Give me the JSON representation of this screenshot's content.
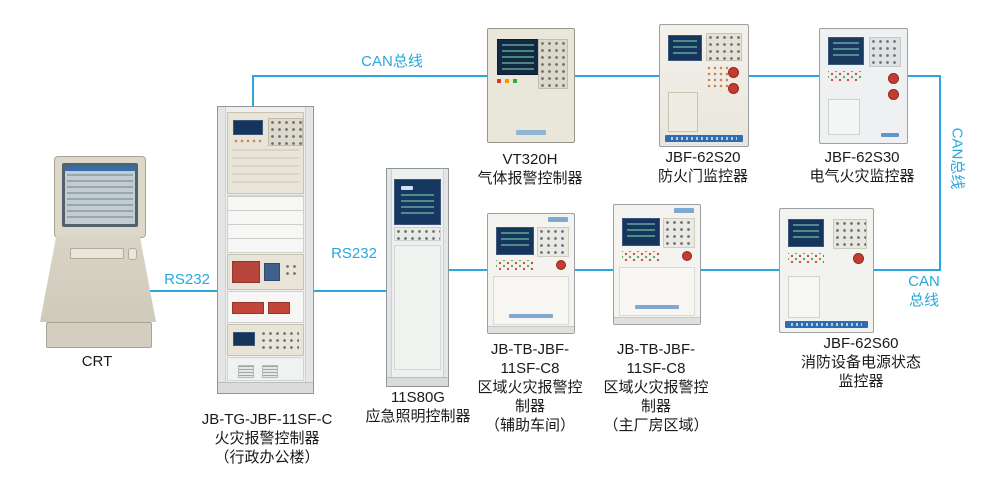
{
  "colors": {
    "bus_line": "#29a8df",
    "connection_label": "#29a8df",
    "device_label": "#1a1a1a",
    "lcd_screen": "#16355c",
    "alert_red": "#c33b31",
    "panel_beige": "#e8e5d8",
    "panel_white": "#f2f3f1",
    "background": "#ffffff"
  },
  "connections": {
    "can_top": {
      "label": "CAN总线"
    },
    "rs232_crt": {
      "label": "RS232"
    },
    "rs232_lighting": {
      "label": "RS232"
    },
    "can_right_vertical": {
      "label": "CAN总线"
    },
    "can_right": {
      "line1": "CAN",
      "line2": "总线"
    }
  },
  "devices": {
    "crt": {
      "label_lines": [
        "CRT"
      ]
    },
    "main_controller": {
      "label_lines": [
        "JB-TG-JBF-11SF-C",
        "火灾报警控制器",
        "（行政办公楼）"
      ]
    },
    "emergency_lighting": {
      "label_lines": [
        "11S80G",
        "应急照明控制器"
      ]
    },
    "gas_alarm": {
      "label_lines": [
        "VT320H",
        "气体报警控制器"
      ]
    },
    "fire_door_monitor": {
      "label_lines": [
        "JBF-62S20",
        "防火门监控器"
      ]
    },
    "electrical_fire_monitor": {
      "label_lines": [
        "JBF-62S30",
        "电气火灾监控器"
      ]
    },
    "zone_controller_aux": {
      "label_lines": [
        "JB-TB-JBF-",
        "11SF-C8",
        "区域火灾报警控",
        "制器",
        "（辅助车间）"
      ]
    },
    "zone_controller_main": {
      "label_lines": [
        "JB-TB-JBF-",
        "11SF-C8",
        "区域火灾报警控",
        "制器",
        "（主厂房区域）"
      ]
    },
    "power_status_monitor": {
      "label_lines": [
        "JBF-62S60",
        "消防设备电源状态",
        "监控器"
      ]
    }
  }
}
